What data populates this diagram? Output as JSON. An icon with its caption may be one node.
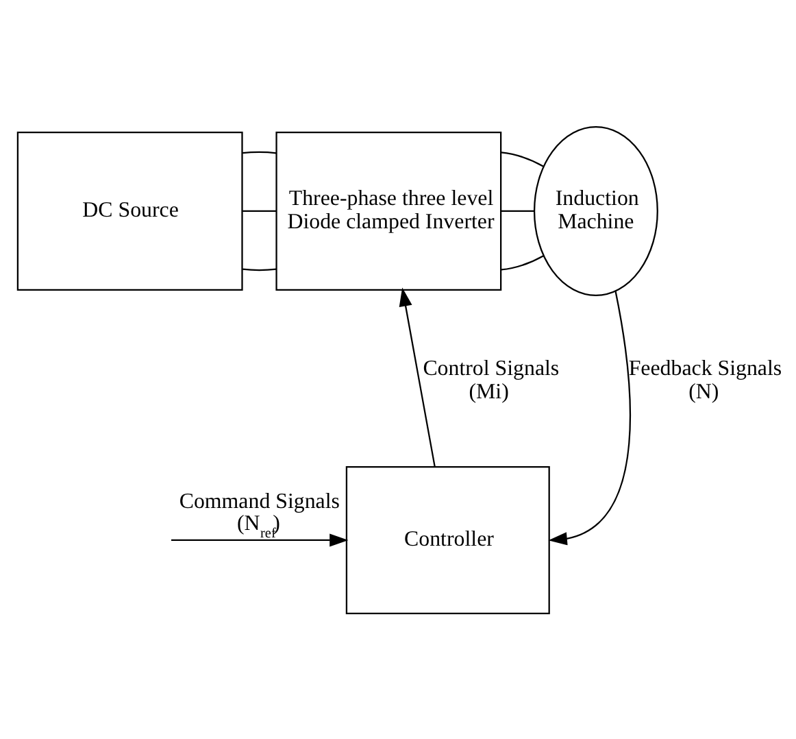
{
  "diagram": {
    "nodes": [
      {
        "text": [
          "DC Source"
        ]
      },
      {
        "text": [
          "Three-phase three level Diode clamped Inverter"
        ]
      },
      {
        "text": [
          "Induction Machine"
        ]
      },
      {
        "text": [
          "Controller"
        ]
      }
    ],
    "edges": [
      {
        "from": 0,
        "to": 1,
        "arrow": "none"
      },
      {
        "from": 0,
        "to": 1,
        "arrow": "none"
      },
      {
        "from": 0,
        "to": 1,
        "arrow": "none"
      },
      {
        "from": 1,
        "to": 2,
        "arrow": "none"
      },
      {
        "from": 1,
        "to": 2,
        "arrow": "none"
      },
      {
        "from": 1,
        "to": 2,
        "arrow": "none"
      },
      {
        "from": 3,
        "to": 1,
        "arrow": "to",
        "label": "Control Signals (Mi)"
      },
      {
        "from": 2,
        "to": 3,
        "arrow": "to",
        "label": "Feedback Signals (N)"
      },
      {
        "from": null,
        "to": 3,
        "arrow": "to",
        "label": "Command Signals (N$_{ref}$)"
      }
    ]
  }
}
